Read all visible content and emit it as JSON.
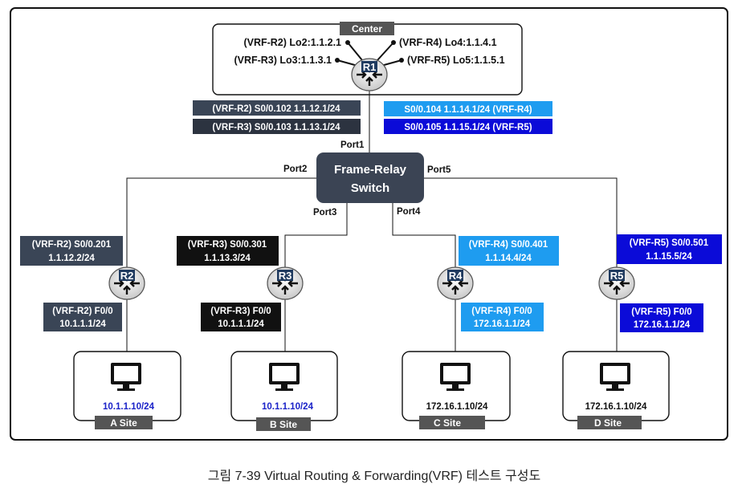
{
  "center": {
    "label": "Center"
  },
  "r1": {
    "name": "R1",
    "loopbacks": [
      "(VRF-R2) Lo2:1.1.2.1",
      "(VRF-R3) Lo3:1.1.3.1",
      "(VRF-R4) Lo4:1.1.4.1",
      "(VRF-R5) Lo5:1.1.5.1"
    ],
    "subifs": [
      "(VRF-R2) S0/0.102 1.1.12.1/24",
      "(VRF-R3) S0/0.103 1.1.13.1/24",
      "S0/0.104 1.1.14.1/24 (VRF-R4)",
      "S0/0.105 1.1.15.1/24 (VRF-R5)"
    ]
  },
  "switch": {
    "line1": "Frame-Relay",
    "line2": "Switch"
  },
  "ports": [
    "Port1",
    "Port2",
    "Port3",
    "Port4",
    "Port5"
  ],
  "branches": [
    {
      "router": "R2",
      "s_line1": "(VRF-R2) S0/0.201",
      "s_line2": "1.1.12.2/24",
      "f_line1": "(VRF-R2) F0/0",
      "f_line2": "10.1.1.1/24",
      "pc_ip": "10.1.1.10/24",
      "site": "A Site"
    },
    {
      "router": "R3",
      "s_line1": "(VRF-R3) S0/0.301",
      "s_line2": "1.1.13.3/24",
      "f_line1": "(VRF-R3) F0/0",
      "f_line2": "10.1.1.1/24",
      "pc_ip": "10.1.1.10/24",
      "site": "B Site"
    },
    {
      "router": "R4",
      "s_line1": "(VRF-R4) S0/0.401",
      "s_line2": "1.1.14.4/24",
      "f_line1": "(VRF-R4) F0/0",
      "f_line2": "172.16.1.1/24",
      "pc_ip": "172.16.1.10/24",
      "site": "C Site"
    },
    {
      "router": "R5",
      "s_line1": "(VRF-R5) S0/0.501",
      "s_line2": "1.1.15.5/24",
      "f_line1": "(VRF-R5) F0/0",
      "f_line2": "172.16.1.1/24",
      "pc_ip": "172.16.1.10/24",
      "site": "D Site"
    }
  ],
  "caption": "그림 7-39 Virtual Routing & Forwarding(VRF) 테스트 구성도",
  "colors": {
    "vrf_r2": "#3a4556",
    "vrf_r3": "#111111",
    "vrf_r4": "#1e9cf0",
    "vrf_r5": "#0b0bd8",
    "site_label": "#555555",
    "switch": "#3b4454",
    "pc_ip_blue": "#1a22c8"
  }
}
